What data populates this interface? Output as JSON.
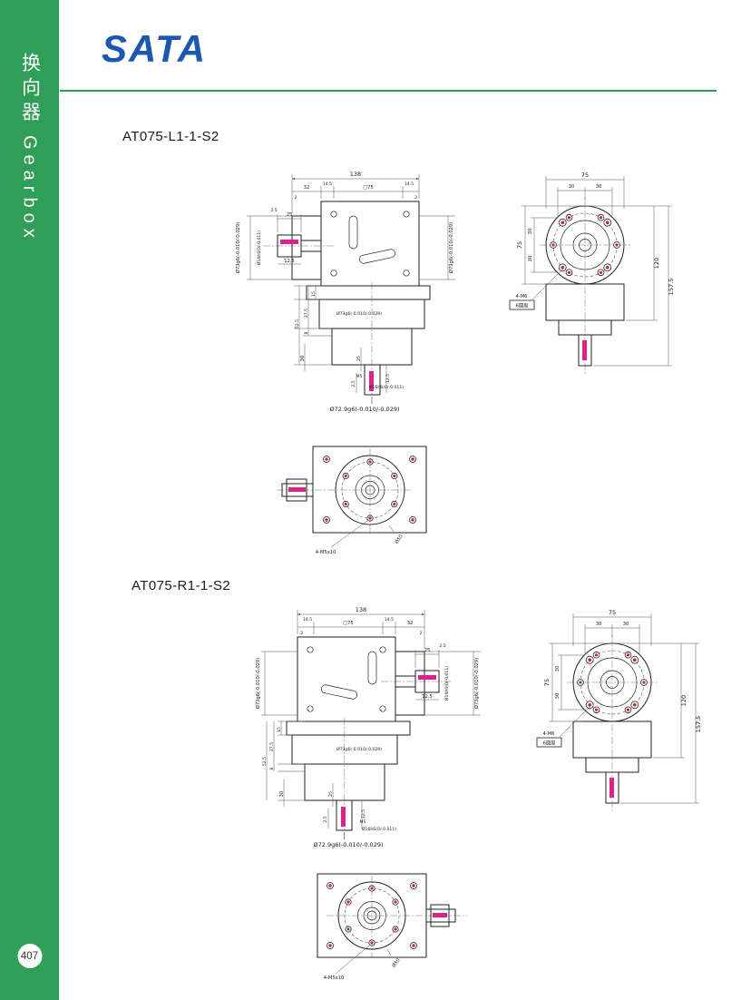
{
  "page": {
    "logo": "SATA",
    "sidebar_cn": "换向器",
    "sidebar_en": "Gearbox",
    "page_number": "407"
  },
  "sections": {
    "l": {
      "title": "AT075-L1-1-S2"
    },
    "r": {
      "title": "AT075-R1-1-S2"
    }
  },
  "dims": {
    "overall": "138",
    "n32": "32",
    "n14_5": "14.5",
    "sq75": "□75",
    "n2": "2",
    "n2r": ".2",
    "n2_5": "2.5",
    "n25": "25",
    "n12_5": "12.5",
    "n15": "15",
    "n27_5": "27.5",
    "n52_5": "52.5",
    "n8": "8",
    "n30": "30",
    "n75": "75",
    "n120": "120",
    "n157_5": "157.5",
    "m5": "M5",
    "dia73": "Ø73g6(-0.010/-0.029)",
    "dia16": "Ø16h6(0/-0.011)",
    "dia72_9": "Ø72.9g6(-0.010/-0.029)",
    "dia50": "Ø50",
    "bolt_m6": "4-M6",
    "bolt_m6_note": "6圆周",
    "bolt_m5": "4-M5x10"
  },
  "colors": {
    "green": "#2f9e57",
    "blue": "#1c58b0",
    "magenta": "#e0218a",
    "red": "#cf2030"
  }
}
